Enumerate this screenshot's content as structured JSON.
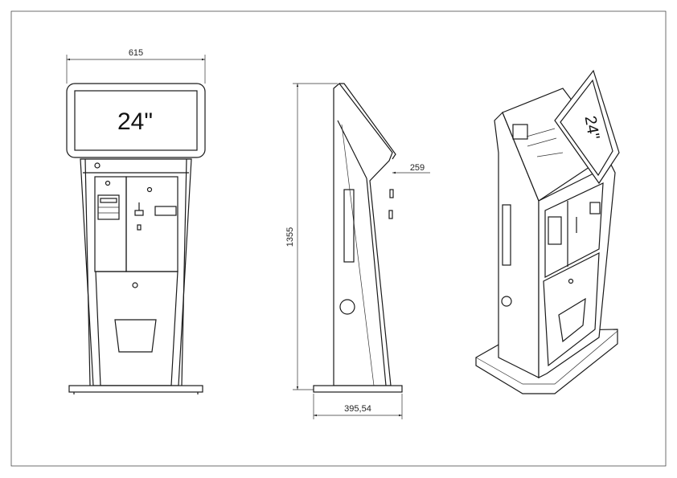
{
  "drawing": {
    "front_view": {
      "width_label": "615",
      "screen_label": "24\""
    },
    "side_view": {
      "height_label": "1355",
      "depth_top_label": "259",
      "base_depth_label": "395,54"
    },
    "iso_view": {
      "screen_label": "24\""
    }
  }
}
